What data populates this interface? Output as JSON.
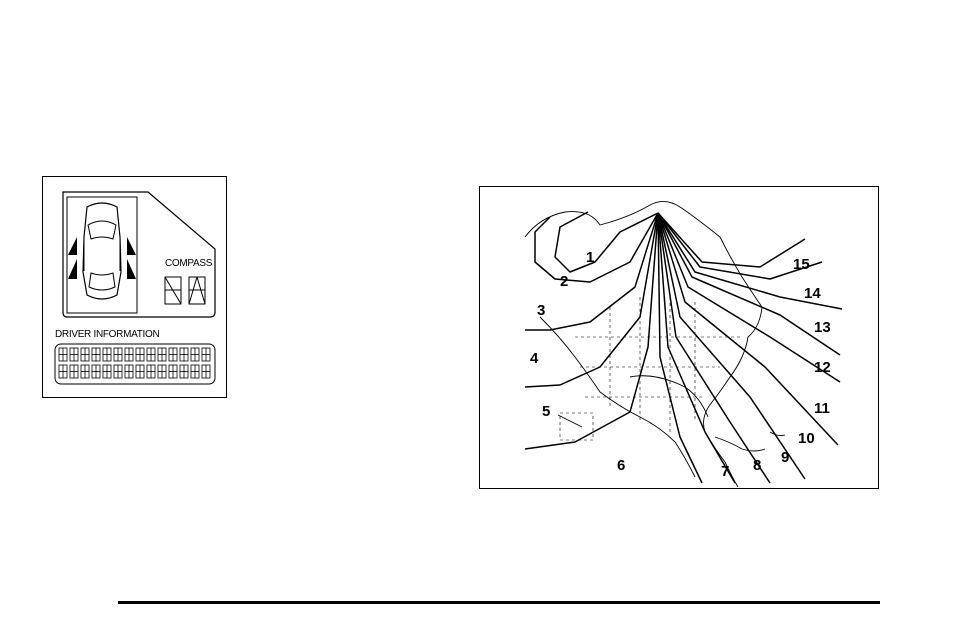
{
  "instrument_panel": {
    "compass_label": "COMPASS",
    "driver_information_label": "DRIVER INFORMATION"
  },
  "zone_map": {
    "zone_labels": [
      "1",
      "2",
      "3",
      "4",
      "5",
      "6",
      "7",
      "8",
      "9",
      "10",
      "11",
      "12",
      "13",
      "14",
      "15"
    ]
  }
}
